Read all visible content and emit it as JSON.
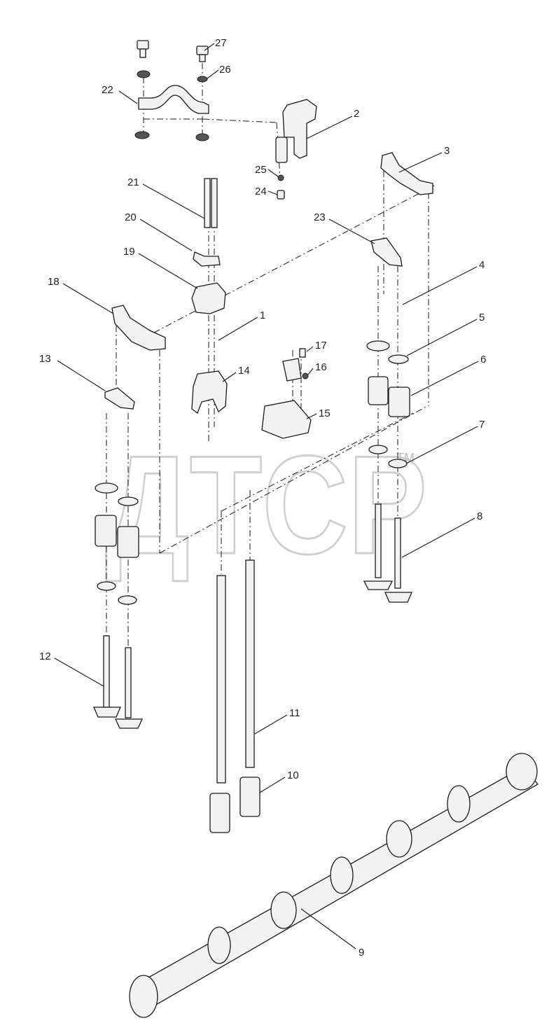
{
  "watermark": {
    "text": "ДТСР",
    "tm": "TM"
  },
  "callouts": [
    {
      "label": "27"
    },
    {
      "label": "26"
    },
    {
      "label": "22"
    },
    {
      "label": "2"
    },
    {
      "label": "3"
    },
    {
      "label": "25"
    },
    {
      "label": "24"
    },
    {
      "label": "21"
    },
    {
      "label": "20"
    },
    {
      "label": "23"
    },
    {
      "label": "19"
    },
    {
      "label": "4"
    },
    {
      "label": "18"
    },
    {
      "label": "1"
    },
    {
      "label": "5"
    },
    {
      "label": "17"
    },
    {
      "label": "16"
    },
    {
      "label": "6"
    },
    {
      "label": "13"
    },
    {
      "label": "14"
    },
    {
      "label": "15"
    },
    {
      "label": "7"
    },
    {
      "label": "8"
    },
    {
      "label": "12"
    },
    {
      "label": "11"
    },
    {
      "label": "10"
    },
    {
      "label": "9"
    }
  ]
}
